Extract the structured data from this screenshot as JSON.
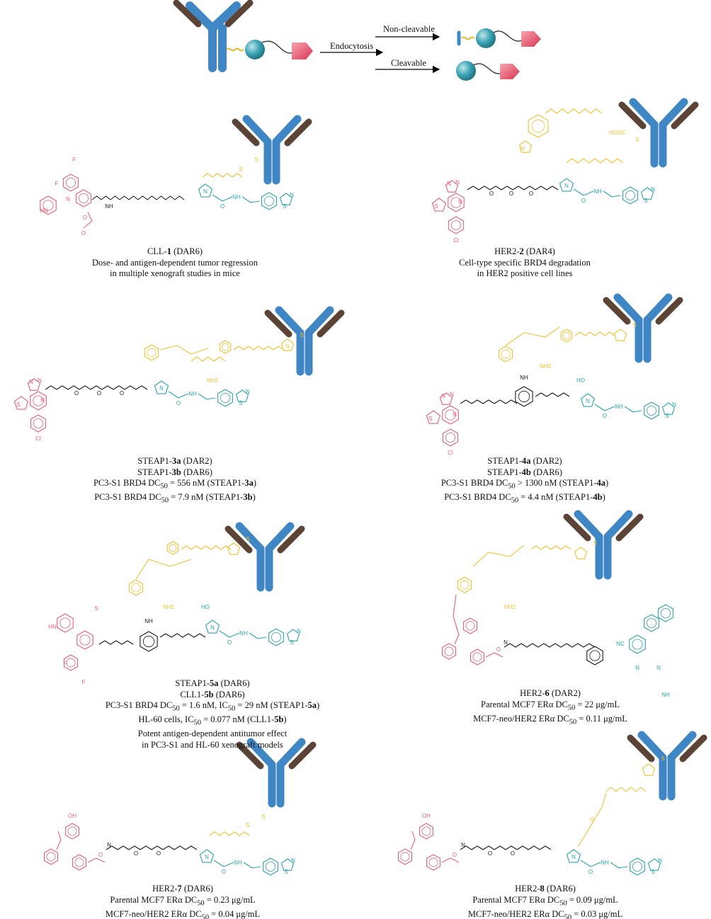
{
  "colors": {
    "antibody_blue": "#3f87c4",
    "antibody_brown": "#5b4336",
    "payload_pink": "#e8607a",
    "ligand_teal": "#2aa6ac",
    "linker_yellow": "#f1c232",
    "spacer_black": "#1a1a1a"
  },
  "scheme": {
    "endocytosis_label": "Endocytosis",
    "noncleavable_label": "Non-cleavable",
    "cleavable_label": "Cleavable"
  },
  "conjugates": [
    {
      "id": "cll1",
      "name_prefix": "CLL-",
      "name_bold": "1",
      "name_suffix": " (DAR6)",
      "lines": [
        "Dose- and antigen-dependent tumor regression",
        "in multiple xenograft studies in mice"
      ]
    },
    {
      "id": "her2_2",
      "name_prefix": "HER2-",
      "name_bold": "2",
      "name_suffix": " (DAR4)",
      "lines": [
        "Cell-type specific BRD4  degradation",
        "in HER2  positive cell lines"
      ]
    },
    {
      "id": "steap1_3",
      "name1_prefix": "STEAP1-",
      "name1_bold": "3a",
      "name1_suffix": " (DAR2)",
      "name2_prefix": "STEAP1-",
      "name2_bold": "3b",
      "name2_suffix": " (DAR6)",
      "line3_a": "PC3-S1 BRD4 DC",
      "line3_sub": "50",
      "line3_b": " = 556 nM (STEAP1-",
      "line3_bold": "3a",
      "line3_c": ")",
      "line4_a": "PC3-S1 BRD4 DC",
      "line4_sub": "50",
      "line4_b": " = 7.9 nM (STEAP1-",
      "line4_bold": "3b",
      "line4_c": ")"
    },
    {
      "id": "steap1_4",
      "name1_prefix": "STEAP1-",
      "name1_bold": "4a",
      "name1_suffix": " (DAR2)",
      "name2_prefix": "STEAP1-",
      "name2_bold": "4b",
      "name2_suffix": " (DAR6)",
      "line3_a": "PC3-S1 BRD4  DC",
      "line3_sub": "50",
      "line3_b": " > 1300  nM (STEAP1-",
      "line3_bold": "4a",
      "line3_c": ")",
      "line4_a": "PC3-S1 BRD4 DC",
      "line4_sub": "50",
      "line4_b": " = 4.4 nM (STEAP1-",
      "line4_bold": "4b",
      "line4_c": ")"
    },
    {
      "id": "steap1_5",
      "name1_prefix": "STEAP1-",
      "name1_bold": "5a",
      "name1_suffix": " (DAR6)",
      "name2_prefix": "CLL1-",
      "name2_bold": "5b",
      "name2_suffix": " (DAR6)",
      "line3_a": "PC3-S1 BRD4 DC",
      "line3_sub": "50",
      "line3_b": " = 1.6 nM, IC",
      "line3_sub2": "50",
      "line3_c": " = 29 nM (STEAP1-",
      "line3_bold": "5a",
      "line3_d": ")",
      "line4_a": "HL-60  cells, IC",
      "line4_sub": "50",
      "line4_b": " = 0.077 nM (CLL1-",
      "line4_bold": "5b",
      "line4_c": ")",
      "line5": "Potent antigen-dependent antitumor effect",
      "line6": "in PC3-S1 and HL-60  xenograft models"
    },
    {
      "id": "her2_6",
      "name_prefix": "HER2-",
      "name_bold": "6",
      "name_suffix": " (DAR2)",
      "line2_a": "Parental MCF7  ERα DC",
      "line2_sub": "50",
      "line2_b": " = 22 μg/mL",
      "line3_a": "MCF7-neo/HER2  ERα DC",
      "line3_sub": "50",
      "line3_b": " = 0.11 μg/mL"
    },
    {
      "id": "her2_7",
      "name_prefix": "HER2-",
      "name_bold": "7",
      "name_suffix": " (DAR6)",
      "line2_a": "Parental MCF7 ERα DC",
      "line2_sub": "50",
      "line2_b": " = 0.23 μg/mL",
      "line3_a": "MCF7-neo/HER2  ERα DC",
      "line3_sub": "50",
      "line3_b": " = 0.04 μg/mL"
    },
    {
      "id": "her2_8",
      "name_prefix": "HER2-",
      "name_bold": "8",
      "name_suffix": " (DAR6)",
      "line2_a": "Parental MCF7 ERα DC",
      "line2_sub": "50",
      "line2_b": " = 0.09 μg/mL",
      "line3_a": "MCF7-neo/HER2  ERα DC",
      "line3_sub": "50",
      "line3_b": " = 0.03 μg/mL"
    }
  ],
  "atom_labels": {
    "F": "F",
    "N": "N",
    "O": "O",
    "S": "S",
    "Cl": "Cl",
    "H": "H",
    "HN": "HN",
    "NH": "NH",
    "NH2": "NH2",
    "OH": "OH",
    "HO": "HO",
    "NC": "NC",
    "COOH": "HOOC"
  }
}
